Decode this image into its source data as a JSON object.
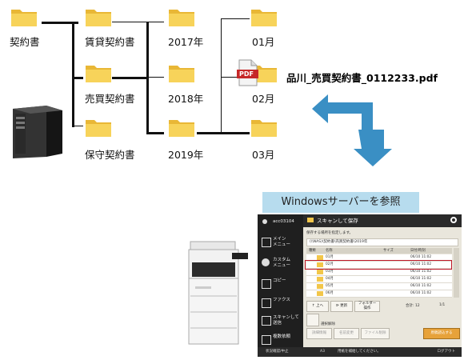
{
  "tree": {
    "root": "契約書",
    "level1": [
      "賃貸契約書",
      "売買契約書",
      "保守契約書"
    ],
    "level2": [
      "2017年",
      "2018年",
      "2019年"
    ],
    "level3": [
      "01月",
      "02月",
      "03月"
    ],
    "pdf_icon_label": "PDF",
    "pdf_filename": "品川_売買契約書_0112233.pdf"
  },
  "banner": "Windowsサーバーを参照",
  "panel": {
    "user": "acc03104",
    "title": "スキャンして保存",
    "info": "保存する場所を指定します。",
    "path": "(\\\\NAS)\\契約書\\売買契約書\\2019年",
    "columns": [
      "種類",
      "名称",
      "サイズ",
      "日付/時刻"
    ],
    "rows": [
      {
        "name": "01月",
        "date": "06/10 11:02"
      },
      {
        "name": "02月",
        "date": "06/10 11:02"
      },
      {
        "name": "03月",
        "date": "06/10 11:02"
      },
      {
        "name": "04月",
        "date": "06/10 11:02"
      },
      {
        "name": "05月",
        "date": "06/10 11:02"
      },
      {
        "name": "06月",
        "date": "06/10 11:02"
      }
    ],
    "side": [
      "メイン\nメニュー",
      "カスタム\nメニュー",
      "コピー",
      "ファクス",
      "スキャンして\n送信",
      "複数依頼"
    ],
    "up_button": "上へ",
    "refresh_button": "更新",
    "folder_ops_button": "フォルダー\n操作",
    "count": "合計: 12",
    "page": "1/1",
    "select_all": "選択解除",
    "file_buttons": [
      "詳細情報",
      "名前変更",
      "ファイル削除"
    ],
    "send_button": "原稿読込する",
    "status_left": "状況確認/中止",
    "status_mid": "A3",
    "status_msg": "用紙を補給してください。",
    "logout": "ログアウト"
  },
  "colors": {
    "folder": "#f2c64a",
    "arrow": "#3a8fc4",
    "banner": "#b7dcee",
    "pdf_red": "#c62828",
    "highlight": "#c0182a"
  }
}
